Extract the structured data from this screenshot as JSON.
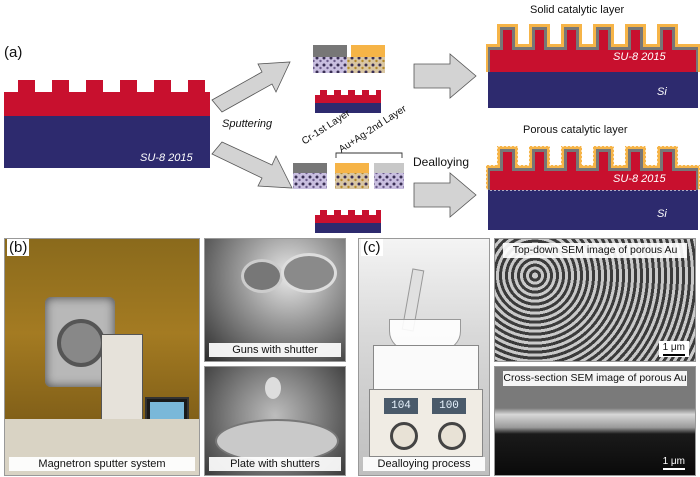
{
  "panel_a": {
    "letter": "(a)",
    "label_sputtering": "Sputtering",
    "label_cr_layer": "Cr-1st Layer",
    "label_auag_layer": "Au+Ag-2nd Layer",
    "label_dealloying": "Dealloying",
    "title_solid": "Solid catalytic layer",
    "title_porous": "Porous catalytic layer",
    "resist_label": "SU-8 2015",
    "substrate_label": "Si",
    "colors": {
      "resist": "#c8102e",
      "substrate": "#2d2a6e",
      "cr": "#777777",
      "auag": "#f6b447",
      "arrow": "#d3d3d3"
    }
  },
  "panel_b": {
    "letter": "(b)",
    "caption_main": "Magnetron sputter system",
    "caption_guns": "Guns with shutter",
    "caption_plate": "Plate with shutters"
  },
  "panel_c": {
    "letter": "(c)",
    "caption_dealloy": "Dealloying process",
    "sem_top_caption": "Top-down SEM image of porous Au",
    "sem_cross_caption": "Cross-section SEM image of porous Au",
    "scale_top": "1 μm",
    "scale_cross": "1 μm",
    "display_left": "104",
    "display_right": "100"
  }
}
